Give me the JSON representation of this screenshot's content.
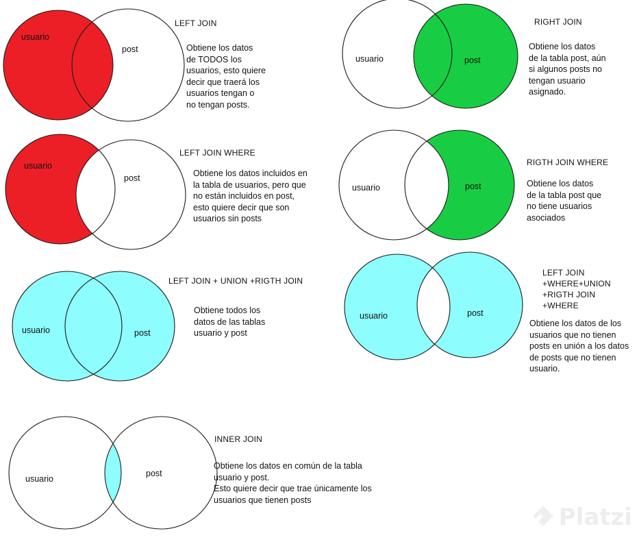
{
  "colors": {
    "left": "#ec1f27",
    "right": "#18cd44",
    "full": "#8dfdfd",
    "stroke": "#1a1a1a",
    "watermark": "#c2c2c2"
  },
  "diagrams": [
    {
      "id": "left-join",
      "title": "LEFT JOIN",
      "description": "Obtiene los datos\nde TODOS los\nusuarios, esto quiere\ndecir que traerá los\nusuarios tengan o\nno tengan posts.",
      "left_label": "usuario",
      "right_label": "post",
      "fill": "left"
    },
    {
      "id": "right-join",
      "title": "RIGHT JOIN",
      "description": "Obtiene los datos\nde la tabla post, aún\nsi algunos posts no\ntengan usuario\nasignado.",
      "left_label": "usuario",
      "right_label": "post",
      "fill": "right"
    },
    {
      "id": "left-join-where",
      "title": "LEFT JOIN  WHERE",
      "description": "Obtiene los datos incluidos en\nla tabla de usuarios, pero que\nno están incluidos en post,\nesto quiere decir que son\nusuarios sin posts",
      "left_label": "usuario",
      "right_label": "post",
      "fill": "left-only"
    },
    {
      "id": "right-join-where",
      "title": "RIGTH JOIN WHERE",
      "description": "Obtiene los datos\nde la tabla post que\nno tiene   usuarios\nasociados",
      "left_label": "usuario",
      "right_label": "post",
      "fill": "right-only"
    },
    {
      "id": "full-join",
      "title": "LEFT JOIN + UNION +RIGTH JOIN",
      "description": "Obtiene todos los\ndatos de las tablas\nusuario y post",
      "left_label": "usuario",
      "right_label": "post",
      "fill": "full"
    },
    {
      "id": "full-join-where",
      "title": "LEFT JOIN\n+WHERE+UNION\n+RIGTH JOIN\n+WHERE",
      "description": "Obtiene los datos  de los\nusuarios que no tienen\nposts en unión a los datos\nde posts que no tienen\nusuario.",
      "left_label": "usuario",
      "right_label": "post",
      "fill": "outer"
    },
    {
      "id": "inner-join",
      "title": "INNER JOIN",
      "description": "Obtiene los datos en común de la tabla\nusuario y post.\nEsto quiere decir que trae  únicamente los\nusuarios que tienen posts",
      "left_label": "usuario",
      "right_label": "post",
      "fill": "inner"
    }
  ],
  "watermark": {
    "text": "Platzi",
    "icon": "platzi-logo-icon"
  }
}
